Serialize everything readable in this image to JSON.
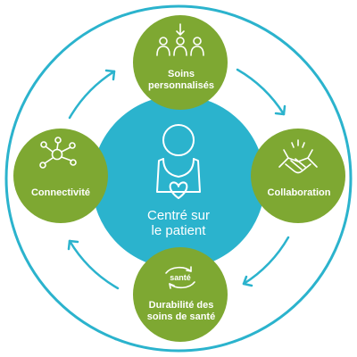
{
  "colors": {
    "ring": "#2bb3cd",
    "center": "#2bb3cd",
    "node": "#7ea832",
    "arrow": "#2bb3cd",
    "icon": "#ffffff"
  },
  "center": {
    "line1": "Centré sur",
    "line2": "le patient",
    "icon": "person-heart-icon"
  },
  "nodes": {
    "top": {
      "line1": "Soins",
      "line2": "personnalisés",
      "icon": "group-people-icon"
    },
    "right": {
      "line1": "Collaboration",
      "icon": "handshake-icon"
    },
    "bottom": {
      "badge": "santé",
      "line1": "Durabilité des",
      "line2": "soins de santé",
      "icon": "recycle-health-icon"
    },
    "left": {
      "line1": "Connectivité",
      "icon": "network-nodes-icon"
    }
  }
}
